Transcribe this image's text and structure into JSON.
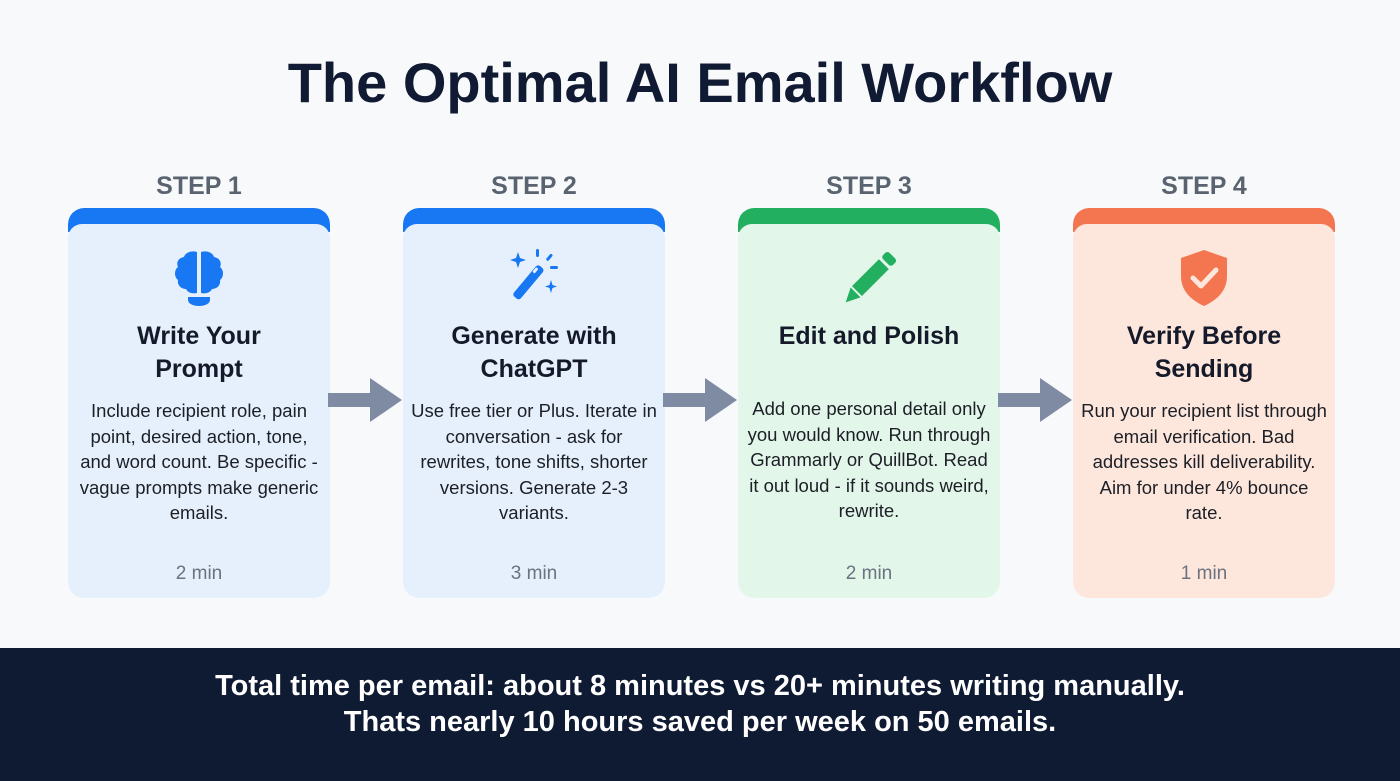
{
  "title": "The Optimal AI Email Workflow",
  "colors": {
    "title": "#111a33",
    "blue_accent": "#1877f2",
    "blue_bg": "#e6f0fc",
    "green_accent": "#22b060",
    "green_bg": "#e3f6ea",
    "orange_accent": "#f47650",
    "orange_bg": "#fde7dd",
    "arrow": "#7f8ba3",
    "footer_bg": "#0f1a33"
  },
  "steps": [
    {
      "label": "STEP 1",
      "icon": "brain-icon",
      "title": "Write Your Prompt",
      "title_lines": [
        "Write Your",
        "Prompt"
      ],
      "description": "Include recipient role, pain point, desired action, tone, and word count. Be specific - vague prompts make generic emails.",
      "time": "2 min"
    },
    {
      "label": "STEP 2",
      "icon": "magic-wand-icon",
      "title": "Generate with ChatGPT",
      "title_lines": [
        "Generate with",
        "ChatGPT"
      ],
      "description": "Use free tier or Plus. Iterate in conversation - ask for rewrites, tone shifts, shorter versions. Generate 2-3 variants.",
      "time": "3 min"
    },
    {
      "label": "STEP 3",
      "icon": "pencil-icon",
      "title": "Edit and Polish",
      "title_lines": [
        "Edit and Polish"
      ],
      "description": "Add one personal detail only you would know. Run through Grammarly or QuillBot. Read it out loud - if it sounds weird, rewrite.",
      "time": "2 min"
    },
    {
      "label": "STEP 4",
      "icon": "shield-check-icon",
      "title": "Verify Before Sending",
      "title_lines": [
        "Verify Before",
        "Sending"
      ],
      "description": "Run your recipient list through email verification. Bad addresses kill deliverability. Aim for under 4% bounce rate.",
      "time": "1 min"
    }
  ],
  "footer": {
    "line1": "Total time per email: about 8 minutes vs 20+ minutes writing manually.",
    "line2": "Thats nearly 10 hours saved per week on 50 emails."
  }
}
